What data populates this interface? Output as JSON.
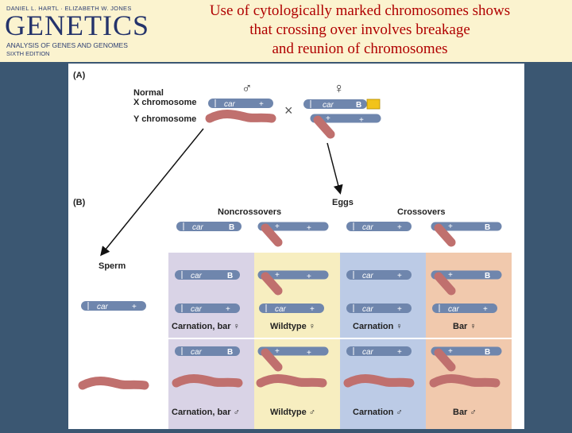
{
  "logo": {
    "authors": "DANIEL L. HARTL · ELIZABETH W. JONES",
    "word": "GENETICS",
    "subtitle": "ANALYSIS OF GENES AND GENOMES",
    "edition": "SIXTH EDITION"
  },
  "title": {
    "line1": "Use of cytologically marked chromosomes shows",
    "line2": "that crossing over involves breakage",
    "line3": "and reunion of chromosomes"
  },
  "figure": {
    "panel_a": "(A)",
    "panel_b": "(B)",
    "normal": "Normal",
    "x_chromosome": "X chromosome",
    "y_chromosome": "Y chromosome",
    "male_symbol": "♂",
    "female_symbol": "♀",
    "cross_symbol": "×",
    "eggs": "Eggs",
    "sperm": "Sperm",
    "noncrossovers": "Noncrossovers",
    "crossovers": "Crossovers",
    "allele_car": "car",
    "allele_plus": "+",
    "allele_b": "B",
    "offspring_female": [
      "Carnation, bar ♀",
      "Wildtype ♀",
      "Carnation ♀",
      "Bar ♀"
    ],
    "offspring_male": [
      "Carnation, bar ♂",
      "Wildtype ♂",
      "Carnation ♂",
      "Bar ♂"
    ]
  },
  "colors": {
    "title": "#b00000",
    "x_chromosome": "#6f86ad",
    "y_chromosome": "#c0706e",
    "marker": "#f2c31a",
    "col_purple": "#d9d3e6",
    "col_yellow": "#f7eec0",
    "col_blue": "#bccbe6",
    "col_orange": "#f1c9ad"
  }
}
